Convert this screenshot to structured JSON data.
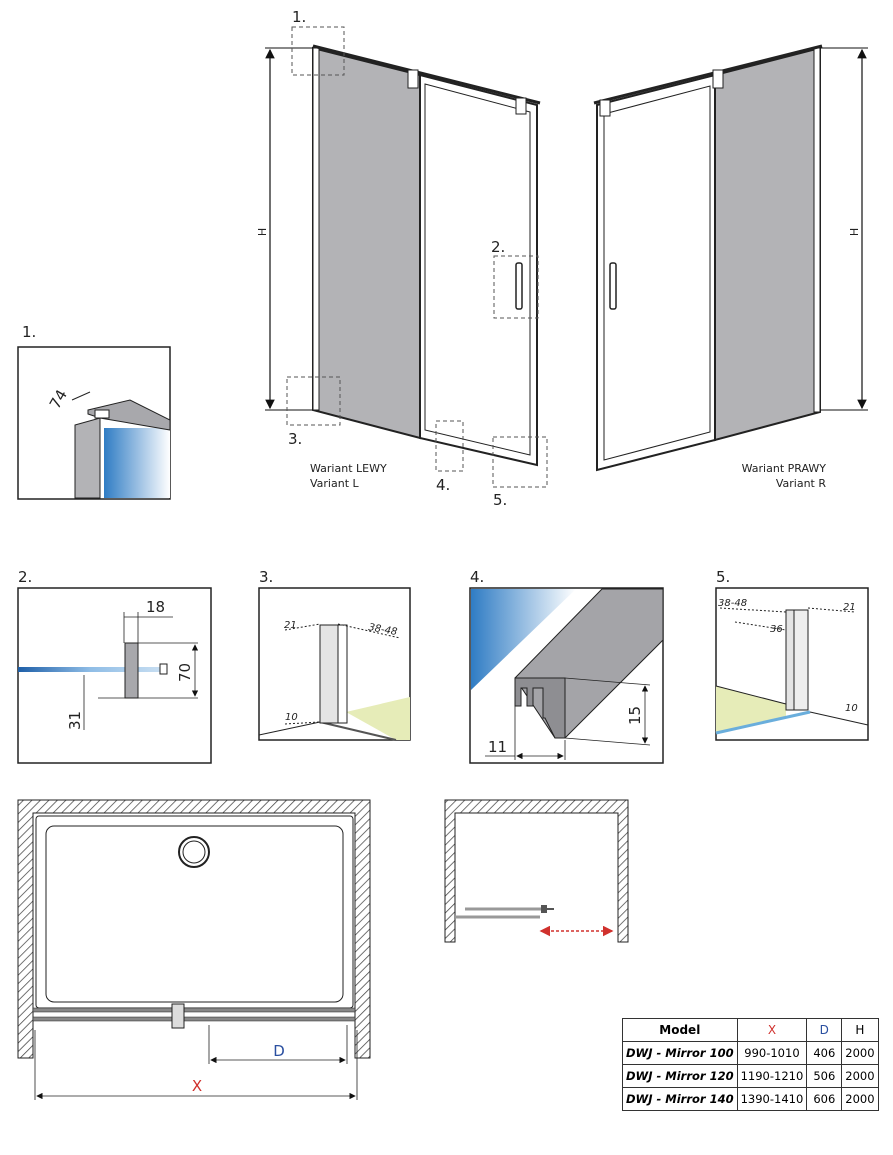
{
  "callouts": {
    "c1": "1.",
    "c2": "2.",
    "c3": "3.",
    "c4": "4.",
    "c5": "5."
  },
  "views": {
    "left": {
      "title": "Wariant LEWY",
      "subtitle": "Variant L",
      "height_label": "H"
    },
    "right": {
      "title": "Wariant PRAWY",
      "subtitle": "Variant R",
      "height_label": "H"
    }
  },
  "details": {
    "d1": {
      "label": "1.",
      "dim": "74"
    },
    "d2": {
      "label": "2.",
      "width": "18",
      "height": "70",
      "offset": "31"
    },
    "d3": {
      "label": "3.",
      "a": "21",
      "b": "38-48",
      "c": "10"
    },
    "d4": {
      "label": "4.",
      "width": "11",
      "height": "15"
    },
    "d5": {
      "label": "5.",
      "a": "38-48",
      "b": "21",
      "c": "36",
      "d": "10"
    }
  },
  "plan": {
    "d_label": "D",
    "x_label": "X"
  },
  "colors": {
    "x": "#d0312d",
    "d": "#2a4fa0",
    "glass": "#4a90d0",
    "floor": "#e6ecb8",
    "panel": "#b4b4b8"
  },
  "table": {
    "headers": [
      "Model",
      "X",
      "D",
      "H"
    ],
    "rows": [
      [
        "DWJ - Mirror 100",
        "990-1010",
        "406",
        "2000"
      ],
      [
        "DWJ - Mirror 120",
        "1190-1210",
        "506",
        "2000"
      ],
      [
        "DWJ - Mirror 140",
        "1390-1410",
        "606",
        "2000"
      ]
    ]
  }
}
